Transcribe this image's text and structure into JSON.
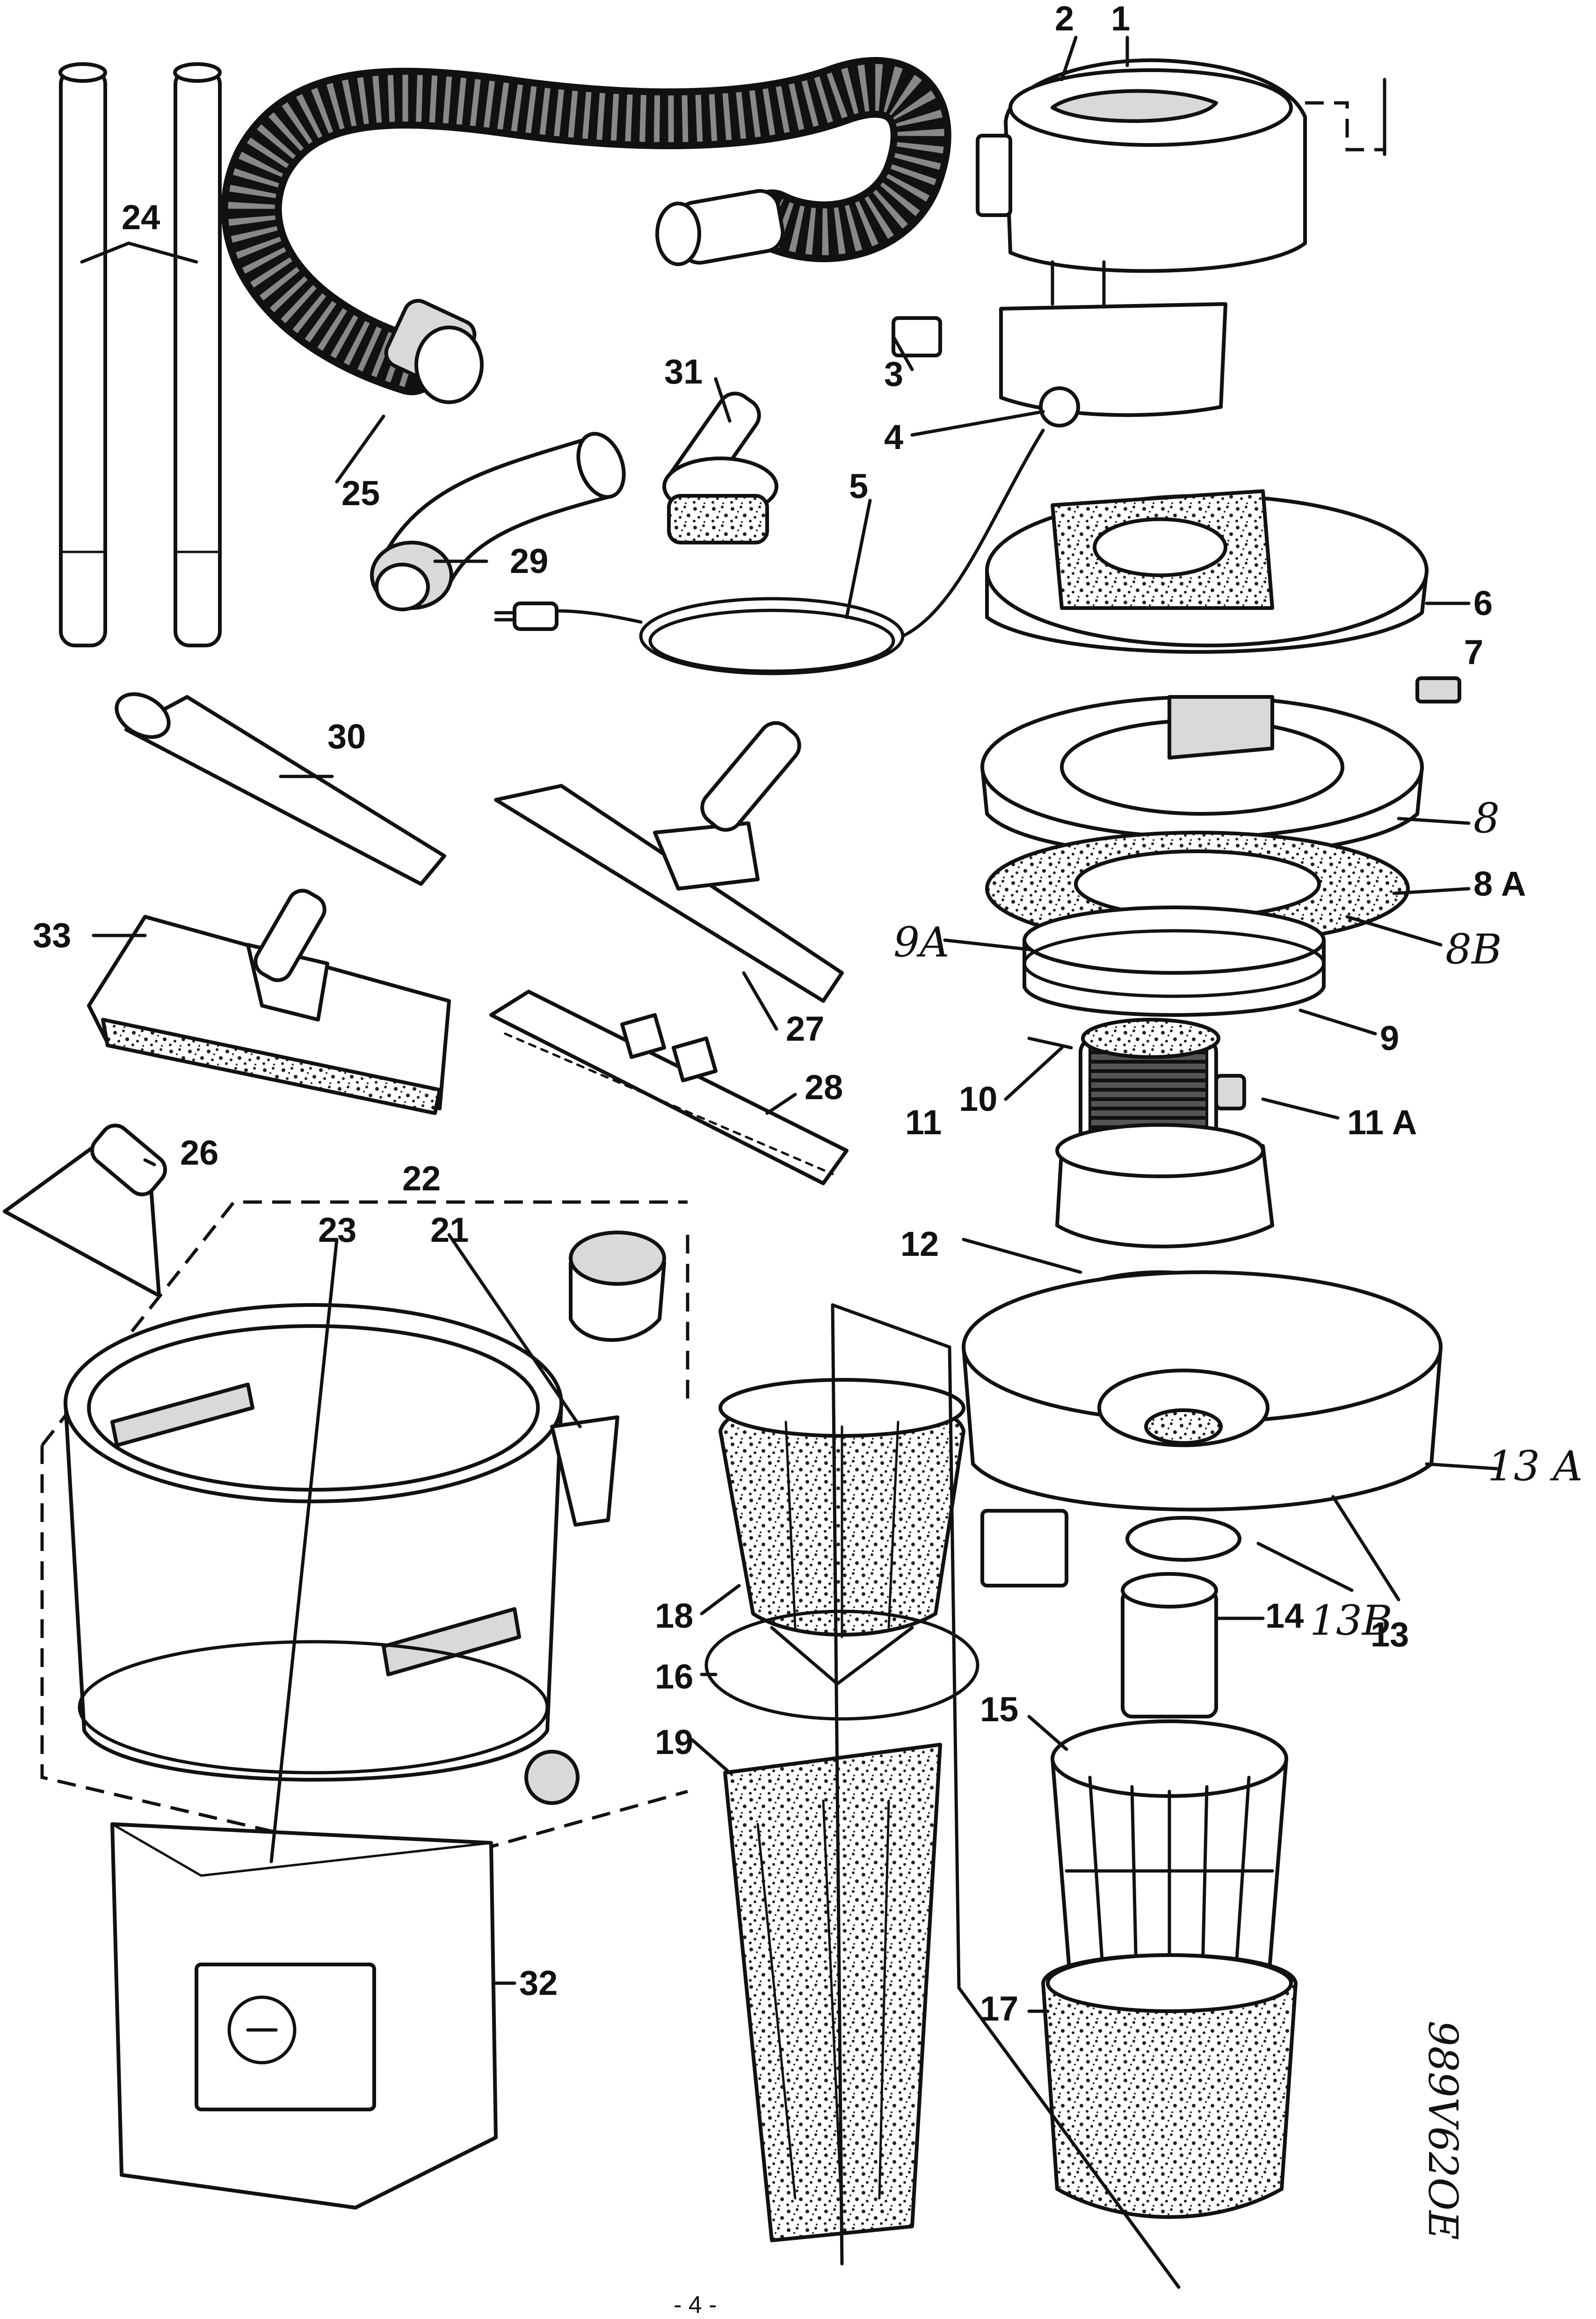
{
  "labels": {
    "p1": "1",
    "p2": "2",
    "p3": "3",
    "p4": "4",
    "p5": "5",
    "p6": "6",
    "p7": "7",
    "p8": "8",
    "p8a": "8 A",
    "p8b": "8B",
    "p9a": "9A",
    "p9": "9",
    "p10": "10",
    "p11": "11",
    "p11a": "11 A",
    "p12": "12",
    "p13a": "13 A",
    "p13b": "13B",
    "p13": "13",
    "p14": "14",
    "p15": "15",
    "p16": "16",
    "p17": "17",
    "p18": "18",
    "p19": "19",
    "p21": "21",
    "p22": "22",
    "p23": "23",
    "p24": "24",
    "p25": "25",
    "p26": "26",
    "p27": "27",
    "p28": "28",
    "p29": "29",
    "p30": "30",
    "p31": "31",
    "p32": "32",
    "p33": "33"
  },
  "page_number": "- 4 -",
  "drawing_code": "989V62OE"
}
